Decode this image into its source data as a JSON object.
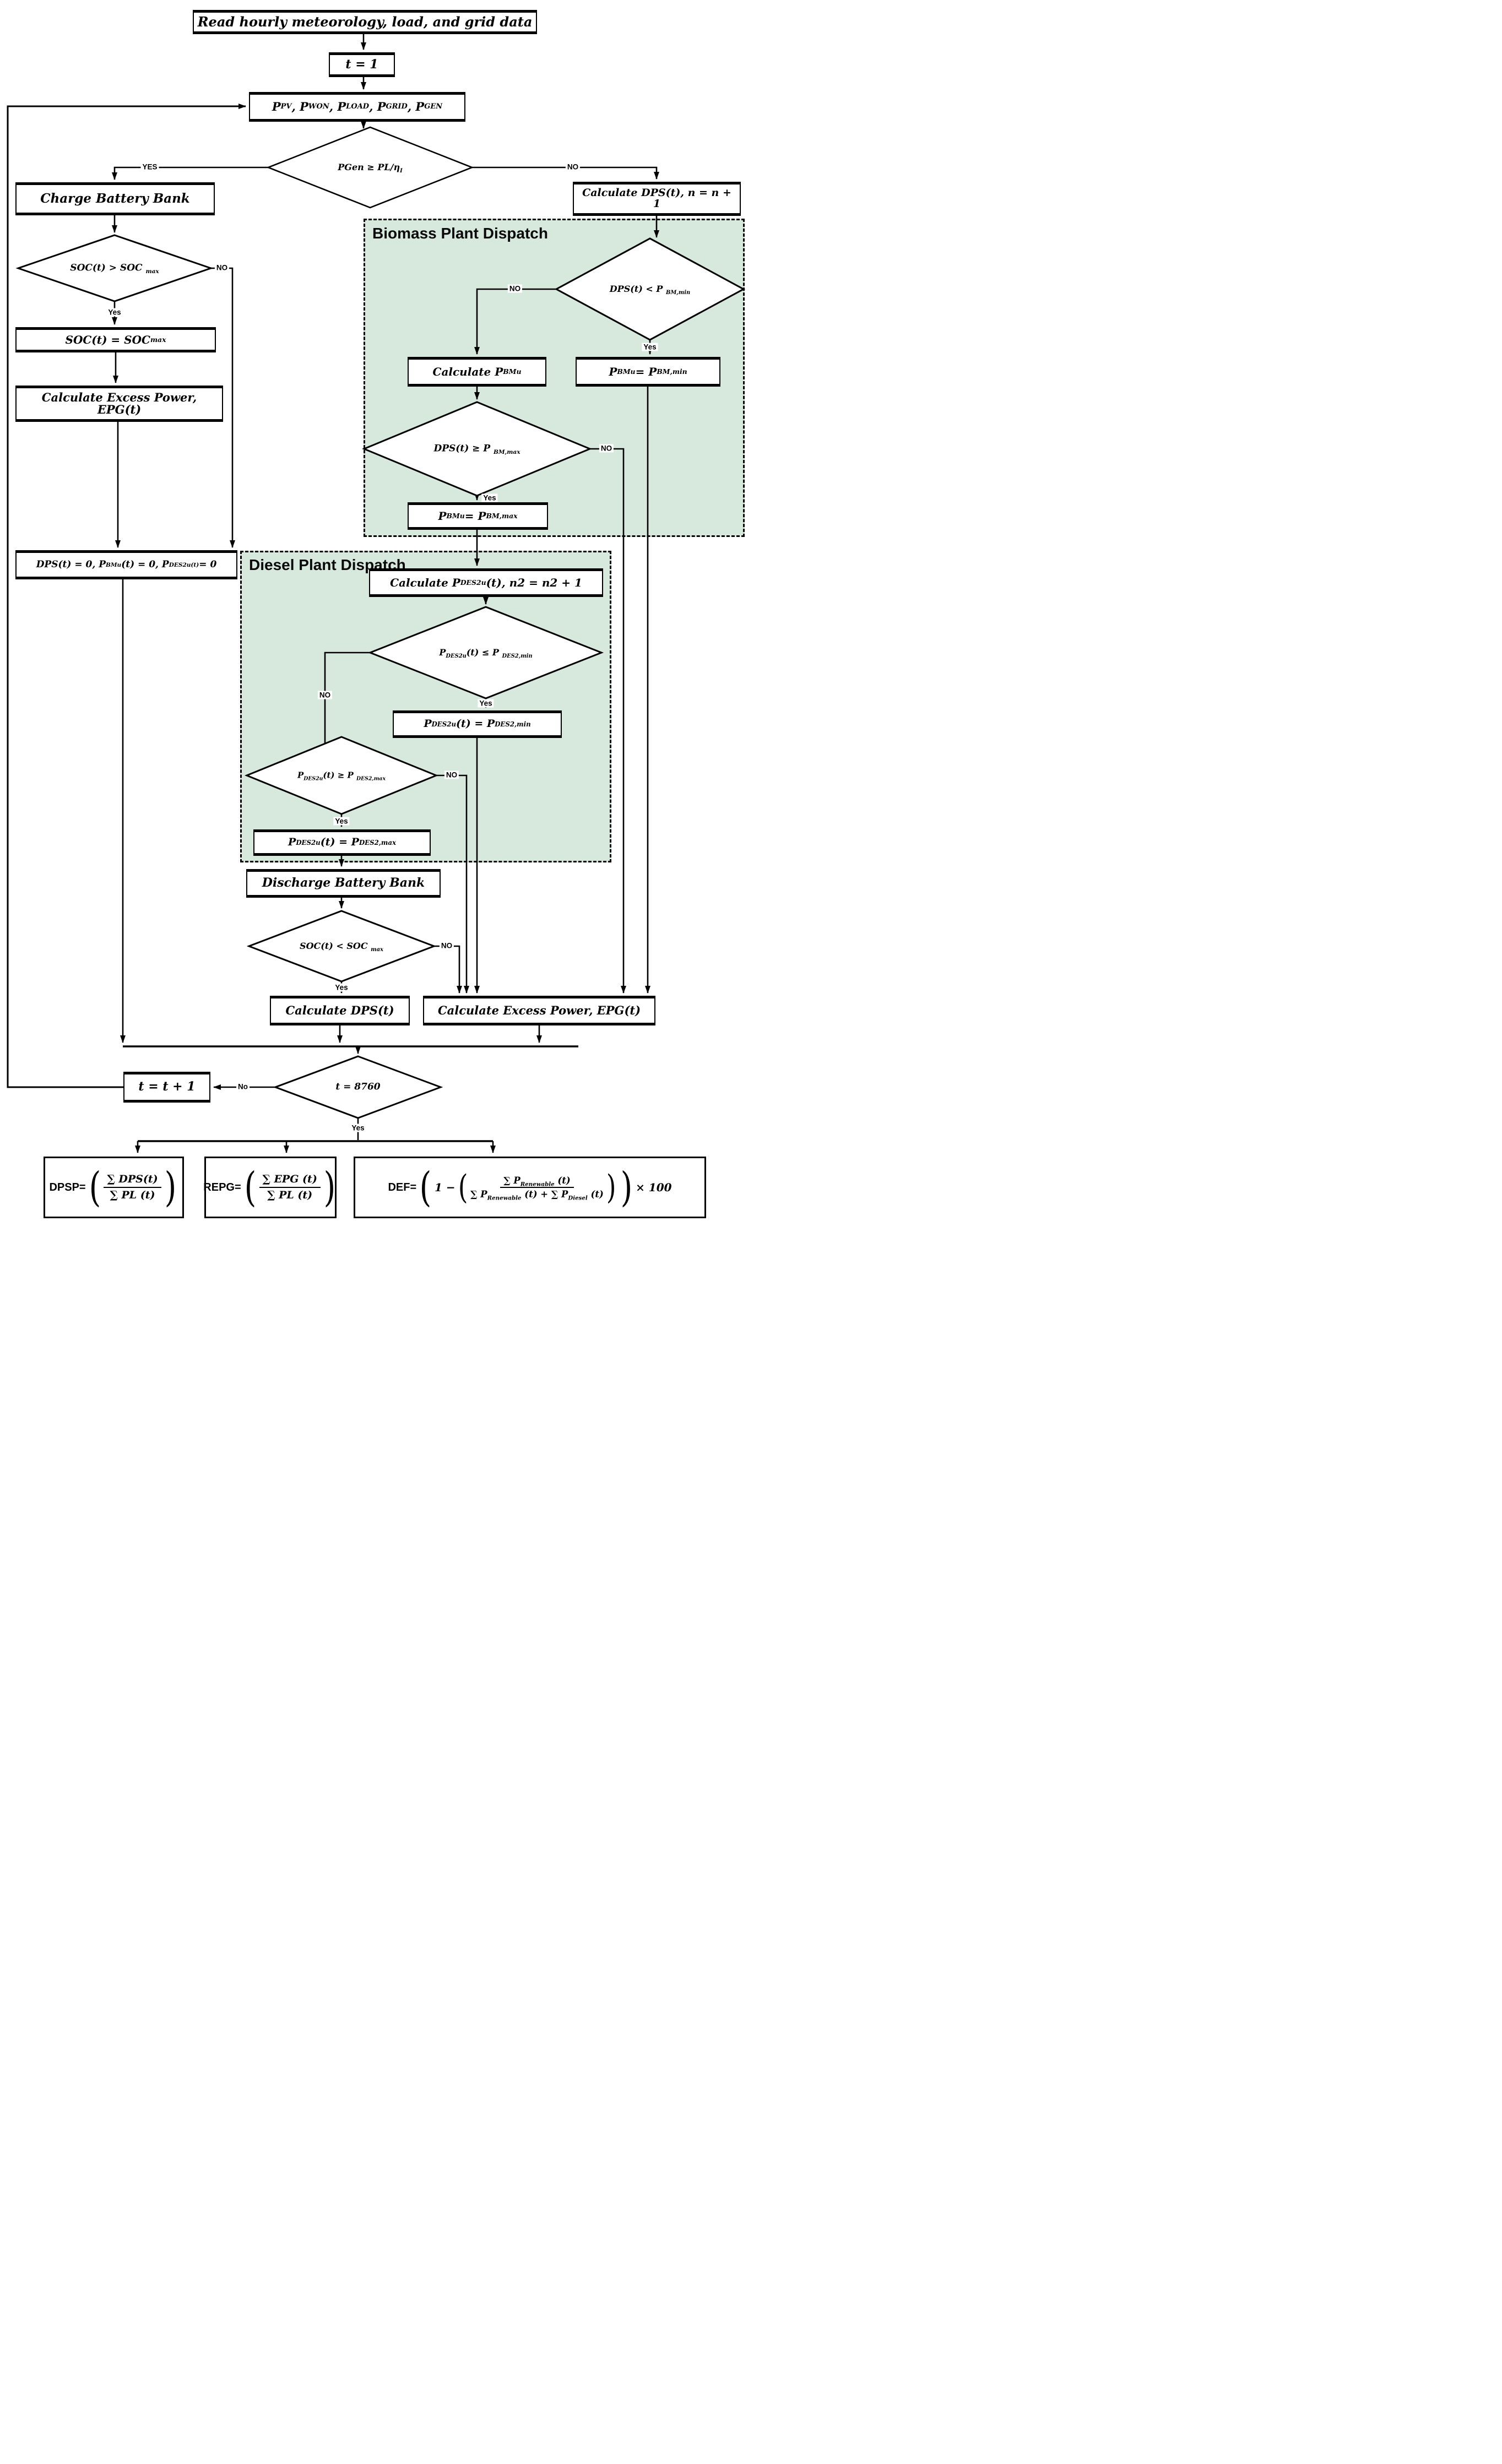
{
  "nodes": {
    "start": "Read hourly meteorology, load, and grid data",
    "init_t": "t = 1",
    "inputs": "P~PV~, P~WON~,  P~LOAD~, P~GRID~, P~GEN~",
    "pgen_check": "PGen ≥ PL/η~I~",
    "charge_battery": "Charge Battery Bank",
    "soc_gt_check": "SOC(t) > SOC ~max~",
    "soc_set_max": "SOC(t) = SOC ~max~",
    "calc_excess_left": "Calculate Excess Power, EPG(t)",
    "dps_zero": "DPS(t) = 0, P~BMu~(t) = 0, P~DES2u(t)~ = 0",
    "calc_dps_n": "Calculate DPS(t), n = n + 1",
    "bm_min_check": "DPS(t) < P ~BM,min~",
    "calc_pbmu": "Calculate P~BMu~",
    "pbmu_min": "P~BMu~ = P~BM,min~",
    "bm_max_check": "DPS(t) ≥ P ~BM,max~",
    "pbmu_max": "P~BMu~ = P~BM,max~",
    "calc_pdes2u": "Calculate P~DES2u~(t), n2 = n2 + 1",
    "des2_min_check": "P~DES2u~(t) ≤ P ~DES2,min~",
    "pdes2u_min": "P~DES2u~(t) = P ~DES2,min~",
    "des2_max_check": "P~DES2u~(t) ≥ P ~DES2,max~",
    "pdes2u_max": "P~DES2u~(t) = P ~DES2,max~",
    "discharge_battery": "Discharge Battery Bank",
    "soc_lt_check": "SOC(t) < SOC ~max~",
    "calc_dps_t": "Calculate DPS(t)",
    "calc_excess_right": "Calculate Excess Power, EPG(t)",
    "t_check": "t = 8760",
    "t_inc": "t = t + 1"
  },
  "regions": {
    "biomass_title": "Biomass Plant Dispatch",
    "diesel_title": "Diesel Plant Dispatch"
  },
  "edge_labels": {
    "pgen_yes": "YES",
    "pgen_no": "NO",
    "soc_gt_yes": "Yes",
    "soc_gt_no": "NO",
    "bm_min_yes": "Yes",
    "bm_min_no": "NO",
    "bm_max_yes": "Yes",
    "bm_max_no": "NO",
    "des2_min_yes": "Yes",
    "des2_min_no": "NO",
    "des2_max_yes": "Yes",
    "des2_max_no": "NO",
    "soc_lt_yes": "Yes",
    "soc_lt_no": "NO",
    "t_yes": "Yes",
    "t_no": "No"
  },
  "formulas": {
    "dpsp": {
      "label": "DPSP=",
      "lp": "(",
      "num": "∑ DPS(t)",
      "den": "∑ PL (t)",
      "rp": ")"
    },
    "repg": {
      "label": "REPG=",
      "lp": "(",
      "num": "∑ EPG (t)",
      "den": "∑ PL (t)",
      "rp": ")"
    },
    "def": {
      "label": "DEF=",
      "lp1": "(",
      "pre": "1 −",
      "lp2": "(",
      "num": "∑ P~Renewable~ (t)",
      "den": "∑ P~Renewable~ (t) + ∑ P~Diesel~ (t)",
      "rp2": ")",
      "rp1": ")",
      "post": "× 100"
    }
  },
  "colors": {
    "region_fill": "#d7e9dd",
    "stroke": "#000000",
    "node_fill": "#ffffff"
  }
}
